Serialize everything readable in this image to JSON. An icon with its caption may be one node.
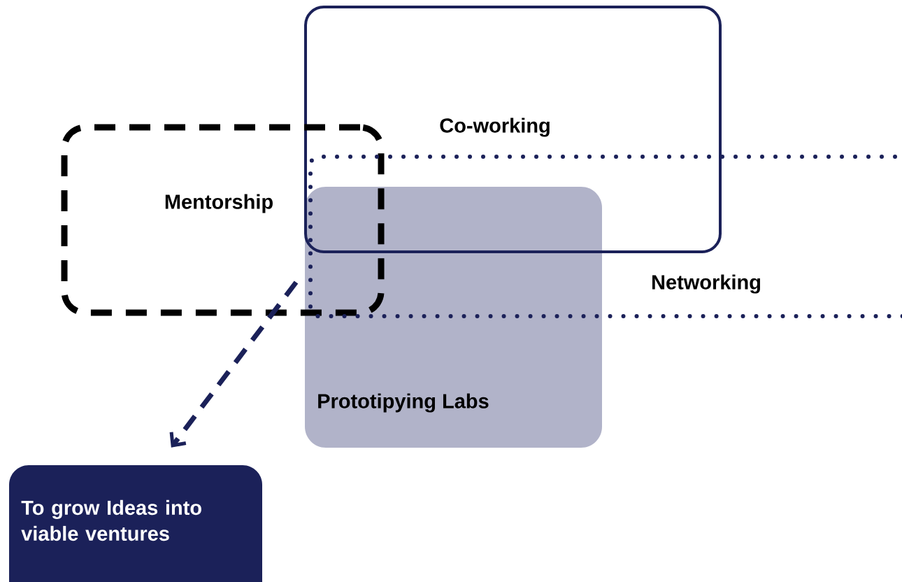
{
  "diagram": {
    "nodes": [
      {
        "text": [
          "Co-working"
        ]
      },
      {
        "text": [
          "Mentorship"
        ]
      },
      {
        "text": [
          "Networking"
        ]
      },
      {
        "text": [
          "Prototipying Labs"
        ]
      },
      {
        "text": [
          "To grow Ideas into viable ventures"
        ]
      }
    ],
    "edges": [
      {
        "from": 1,
        "to": 4,
        "arrow": "to",
        "style": "dashed"
      }
    ]
  }
}
